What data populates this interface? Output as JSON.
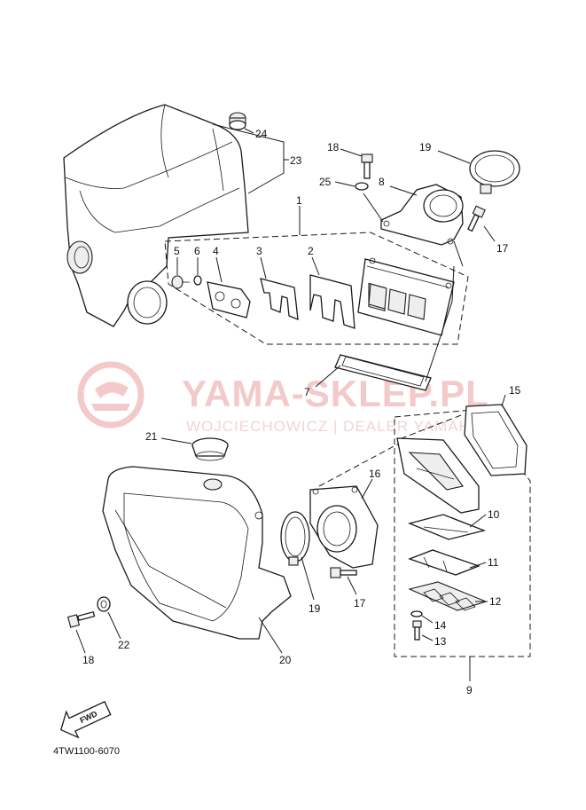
{
  "watermark": {
    "brand": "YAMA-SKLEP.PL",
    "dealer": "WOJCIECHOWICZ | DEALER YAMAHA",
    "brand_color": "#f3c9c9"
  },
  "diagram_code": "4TW1100-6070",
  "fwd_label": "FWD",
  "callouts": {
    "c1": "1",
    "c2": "2",
    "c3": "3",
    "c4": "4",
    "c5": "5",
    "c6": "6",
    "c7": "7",
    "c8": "8",
    "c9": "9",
    "c10": "10",
    "c11": "11",
    "c12": "12",
    "c13": "13",
    "c14": "14",
    "c15": "15",
    "c16": "16",
    "c17a": "17",
    "c17b": "17",
    "c18a": "18",
    "c18b": "18",
    "c19a": "19",
    "c19b": "19",
    "c20": "20",
    "c21": "21",
    "c22": "22",
    "c23": "23",
    "c24": "24",
    "c25": "25"
  }
}
